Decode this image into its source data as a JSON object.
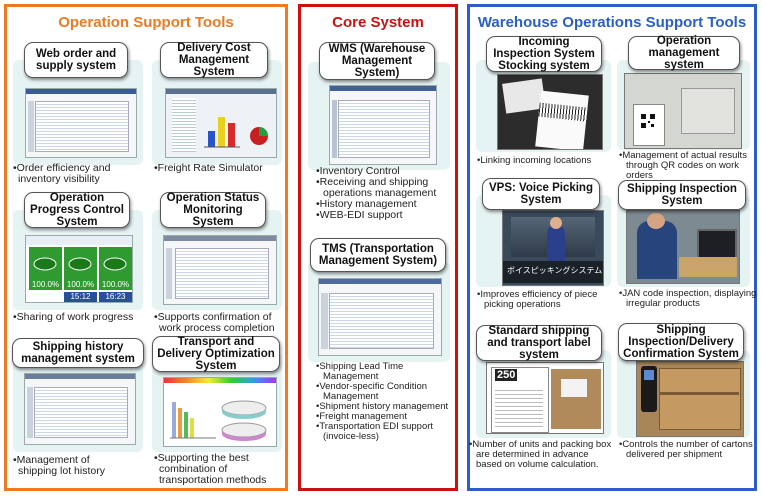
{
  "panels": {
    "op": {
      "title": "Operation Support Tools",
      "items": [
        {
          "label": "Web order and supply system",
          "caption": [
            "•Order efficiency and",
            "inventory visibility"
          ]
        },
        {
          "label": "Delivery Cost Management System",
          "caption": [
            "•Freight Rate Simulator"
          ]
        },
        {
          "label": "Operation Progress Control System",
          "caption": [
            "•Sharing of work progress"
          ],
          "gauges": [
            "100.0%",
            "100.0%",
            "100.0%"
          ],
          "times": [
            "15:12",
            "16:23"
          ]
        },
        {
          "label": "Operation Status Monitoring System",
          "caption": [
            "•Supports confirmation of",
            "work process completion"
          ]
        },
        {
          "label": "Shipping history management system",
          "caption": [
            "•Management of",
            "shipping lot history"
          ]
        },
        {
          "label": "Transport and Delivery Optimization System",
          "caption": [
            "•Supporting the best",
            "combination of",
            "transportation methods"
          ]
        }
      ]
    },
    "core": {
      "title": "Core System",
      "items": [
        {
          "label": "WMS (Warehouse Management System)",
          "caption": [
            "•Inventory Control",
            "•Receiving and shipping operations management",
            "•History management",
            "•WEB-EDI support"
          ]
        },
        {
          "label": "TMS (Transportation Management System)",
          "caption": [
            "•Shipping Lead Time Management",
            "•Vendor-specific Condition Management",
            "•Shipment history management",
            "•Freight management",
            "•Transportation EDI support (invoice-less)"
          ]
        }
      ]
    },
    "wh": {
      "title": "Warehouse Operations Support Tools",
      "items": [
        {
          "label": "Incoming Inspection System Stocking system",
          "caption": [
            "•Linking incoming locations"
          ]
        },
        {
          "label": "Operation management system",
          "caption": [
            "•Management of actual results through QR codes on work orders"
          ]
        },
        {
          "label": "VPS: Voice Picking System",
          "caption": [
            "•Improves efficiency of piece picking operations"
          ],
          "photo_text": "ボイスピッキングシステム"
        },
        {
          "label": "Shipping Inspection System",
          "caption": [
            "•JAN code inspection, displaying irregular products"
          ]
        },
        {
          "label": "Standard shipping and transport label system",
          "caption": [
            "•Number of units and packing box are determined in advance based on volume calculation."
          ],
          "photo_text": "250"
        },
        {
          "label": "Shipping Inspection/Delivery Confirmation System",
          "caption": [
            "•Controls the number of cartons delivered per shipment"
          ]
        }
      ]
    }
  },
  "colors": {
    "operation": "#ee7a22",
    "core": "#cc1111",
    "warehouse": "#2b5fc7",
    "tile_bg": "#e6f3f3",
    "gauge": "#22aa22"
  }
}
